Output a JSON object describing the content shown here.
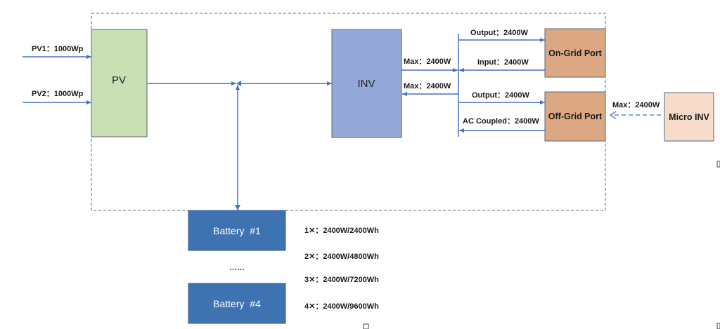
{
  "diagram": {
    "colors": {
      "line": "#4472c4",
      "pv_fill": "#c9dfb4",
      "inv_fill": "#94a9d8",
      "port_fill": "#dca883",
      "micro_fill": "#f8dccb",
      "battery_fill": "#3f72b0",
      "dashed_border": "#5a6473"
    },
    "pv_inputs": [
      {
        "label": "PV1：1000Wp"
      },
      {
        "label": "PV2：1000Wp"
      }
    ],
    "blocks": {
      "pv": "PV",
      "inv": "INV",
      "on_grid": "On-Grid Port",
      "off_grid": "Off-Grid Port",
      "micro_inv": "Micro INV",
      "battery_1": "Battery  #1",
      "battery_4": "Battery  #4",
      "ellipsis": "……"
    },
    "flows": {
      "inv_to_bus": "Max：2400W",
      "bus_to_inv": "Max：2400W",
      "on_grid_output": "Output：2400W",
      "on_grid_input": "Input：2400W",
      "off_grid_output": "Output：2400W",
      "off_grid_ac_coupled": "AC Coupled：2400W",
      "micro_inv_max": "Max：2400W"
    },
    "battery_configs": [
      "1✕：2400W/2400Wh",
      "2✕：2400W/4800Wh",
      "3✕：2400W/7200Wh",
      "4✕：2400W/9600Wh"
    ]
  }
}
